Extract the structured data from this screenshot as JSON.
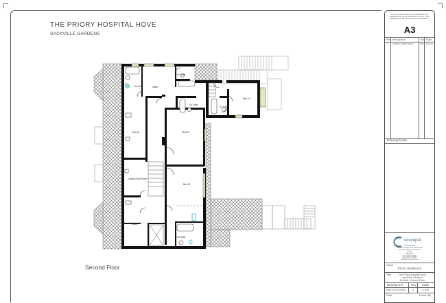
{
  "drawing": {
    "project_title": "THE PRIORY HOSPITAL HOVE",
    "project_subtitle": "SACKVILLE GARDENS",
    "floor_label": "Second Floor",
    "rooms": [
      {
        "id": "ensuite-1",
        "label": "En-Suite"
      },
      {
        "id": "office-1",
        "label": "Office"
      },
      {
        "id": "ensuite-2",
        "label": "En-Suite"
      },
      {
        "id": "ensuite-3",
        "label": "En-Suite"
      },
      {
        "id": "ensuite-4",
        "label": "En-Suite"
      },
      {
        "id": "bed-14",
        "label": "Bed 14"
      },
      {
        "id": "bed-11",
        "label": "Bed 11"
      },
      {
        "id": "bed-13",
        "label": "Bed 13"
      },
      {
        "id": "bed-12",
        "label": "Bed 12"
      },
      {
        "id": "clinical-prep-room",
        "label": "Clinical Prep Room"
      },
      {
        "id": "office-2",
        "label": "Office"
      },
      {
        "id": "ensuite-5",
        "label": "En-Suite"
      }
    ]
  },
  "title_block": {
    "header_note": "DO NOT SCALE FROM THIS DRAWING. ALL DIMENSIONS TO BE CHECKED ON SITE. THIS DRAWING IS THE COPYRIGHT OF CONCEPT 4",
    "sheet_size": "A3",
    "revision_table": {
      "headers": [
        "Rev",
        "Description",
        "Init",
        "Date"
      ],
      "rows": [
        [
          "1",
          "AS BUILT SURVEY ISSUE",
          "CPH",
          "10.01.16"
        ]
      ]
    },
    "drawing_notes_label": "Drawing Notes",
    "company": {
      "name": "concept4",
      "address_lines": [
        "Concept 4 Ltd",
        "The Barn,Lodge Farm Office Park",
        "Wrexham Road, Pont Greest",
        "Bristol",
        "BS99 2XX",
        "Tel 01000 123456",
        "Fax 01000 123456",
        "office@concept4.co.uk"
      ]
    },
    "client_label": "Client",
    "client": "Priory Healthcare",
    "title_label": "Title",
    "title_lines": [
      "The Priory Hospital Hove",
      "Sackville Gardens",
      "As Built - Second Floor"
    ],
    "drawing_ref_label": "Drawing Ref",
    "rev_label": "Rev",
    "scale_label": "Scale",
    "drawing_ref": "PHH-SG-DX003",
    "rev": "1",
    "scale": "1:100",
    "date_label": "Date",
    "drawn_by_label": "Drawn By"
  },
  "colors": {
    "wall": "#111111",
    "hatch": "#777777",
    "window": "#d8d8a8",
    "fixture_accent": "#4fc3d9"
  }
}
